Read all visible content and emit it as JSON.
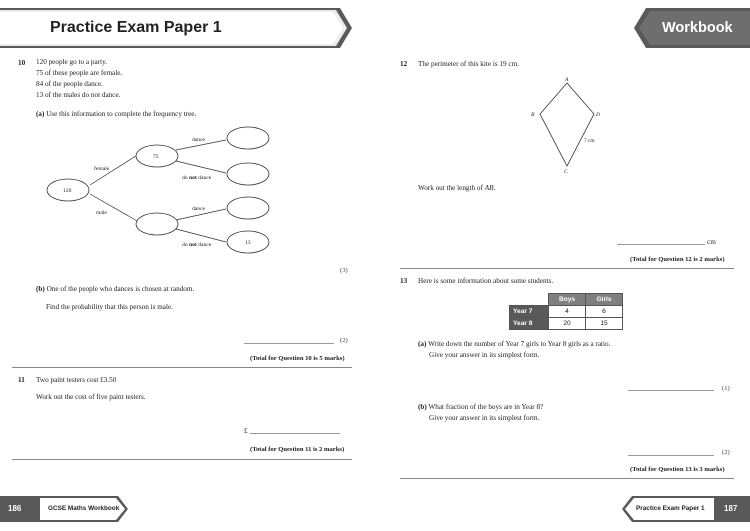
{
  "header": {
    "left_title": "Practice Exam Paper 1",
    "right_title": "Workbook"
  },
  "footer": {
    "left_page": "186",
    "left_label": "GCSE Maths Workbook",
    "right_label": "Practice Exam Paper 1",
    "right_page": "187"
  },
  "q10": {
    "number": "10",
    "lines": [
      "120 people go to a party.",
      "75 of these people are female.",
      "84 of the people dance.",
      "13 of the males do not dance."
    ],
    "part_a_label": "(a)",
    "part_a_text": "Use this information to complete the frequency tree.",
    "tree": {
      "root": "120",
      "female_label": "female",
      "male_label": "male",
      "female_value": "75",
      "dance_label_1": "dance",
      "do_label_1": "do ",
      "not_label_1": "not",
      "dance_word_1": " dance",
      "dance_label_2": "dance",
      "do_label_2": "do ",
      "not_label_2": "not",
      "dance_word_2": " dance",
      "male_not_dance_value": "13"
    },
    "part_a_marks": "(3)",
    "part_b_label": "(b)",
    "part_b_text": "One of the people who dances is chosen at random.",
    "part_b_text2": "Find the probability that this person is male.",
    "part_b_marks": "(2)",
    "total": "(Total for Question 10 is 5 marks)"
  },
  "q11": {
    "number": "11",
    "text": "Two paint testers cost £3.50",
    "text2": "Work out the cost of five paint testers.",
    "currency": "£",
    "total": "(Total for Question 11 is 2 marks)"
  },
  "q12": {
    "number": "12",
    "text": "The perimeter of this kite is 19 cm.",
    "kite": {
      "a": "A",
      "b": "B",
      "c": "C",
      "d": "D",
      "side": "7 cm"
    },
    "work_prefix": "Work out the length of ",
    "work_var": "AB",
    "work_suffix": ".",
    "unit": "cm",
    "total": "(Total for Question 12 is 2 marks)"
  },
  "q13": {
    "number": "13",
    "text": "Here is some information about some students.",
    "table": {
      "headers": [
        "Boys",
        "Girls"
      ],
      "rows": [
        {
          "label": "Year 7",
          "values": [
            "4",
            "6"
          ]
        },
        {
          "label": "Year 8",
          "values": [
            "20",
            "15"
          ]
        }
      ]
    },
    "part_a_label": "(a)",
    "part_a_text": "Write down the number of Year 7 girls to Year 8 girls as a ratio.",
    "part_a_text2": "Give your answer in its simplest form.",
    "part_a_marks": "(1)",
    "part_b_label": "(b)",
    "part_b_text": "What fraction of the boys are in Year 8?",
    "part_b_text2": "Give your answer in its simplest form.",
    "part_b_marks": "(2)",
    "total": "(Total for Question 13 is 3 marks)"
  },
  "colors": {
    "banner_dark": "#595959",
    "banner_light": "#d9d9d9",
    "table_header": "#7f7f7f",
    "table_row_label": "#595959"
  }
}
